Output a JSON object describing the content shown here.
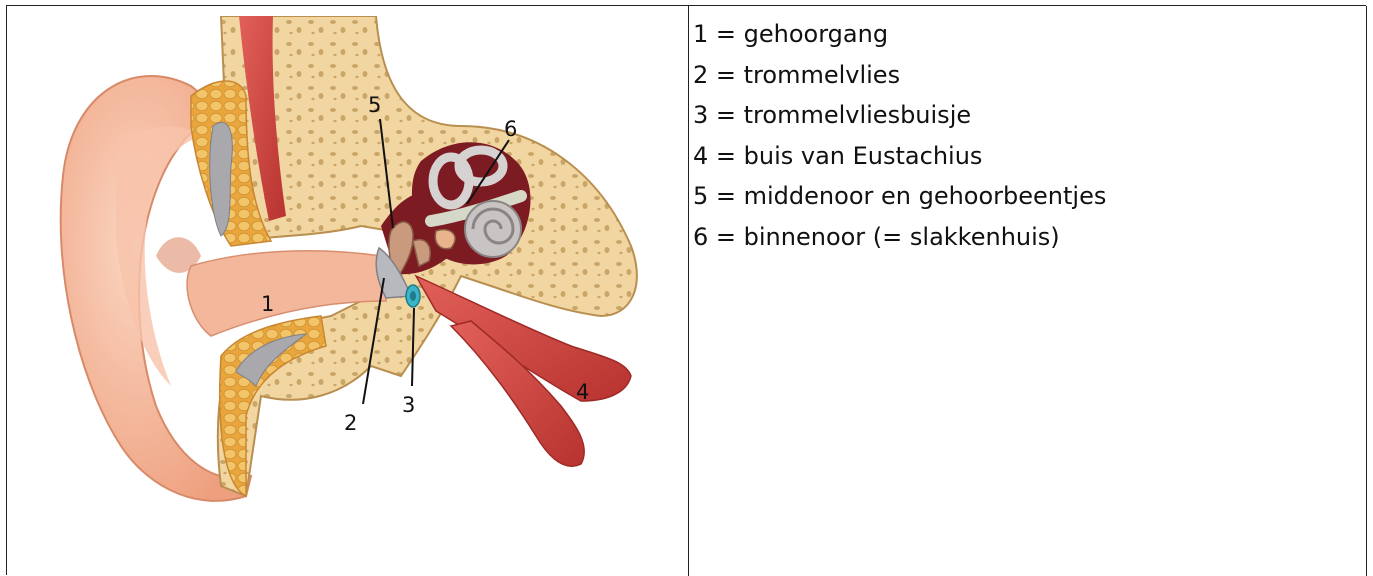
{
  "legend": {
    "items": [
      "1 = gehoorgang",
      "2 = trommelvlies",
      "3 = trommelvliesbuisje",
      "4 = buis van Eustachius",
      "5 = middenoor en gehoorbeentjes",
      "6 = binnenoor (= slakkenhuis)"
    ]
  },
  "diagram": {
    "labels": [
      "1",
      "2",
      "3",
      "4",
      "5",
      "6"
    ]
  },
  "colors": {
    "skin": "#f4b394",
    "bone": "#f2d6a2",
    "muscle": "#d9534f",
    "grommet": "#3bb4c8",
    "cochlea": "#c9c4c4"
  }
}
